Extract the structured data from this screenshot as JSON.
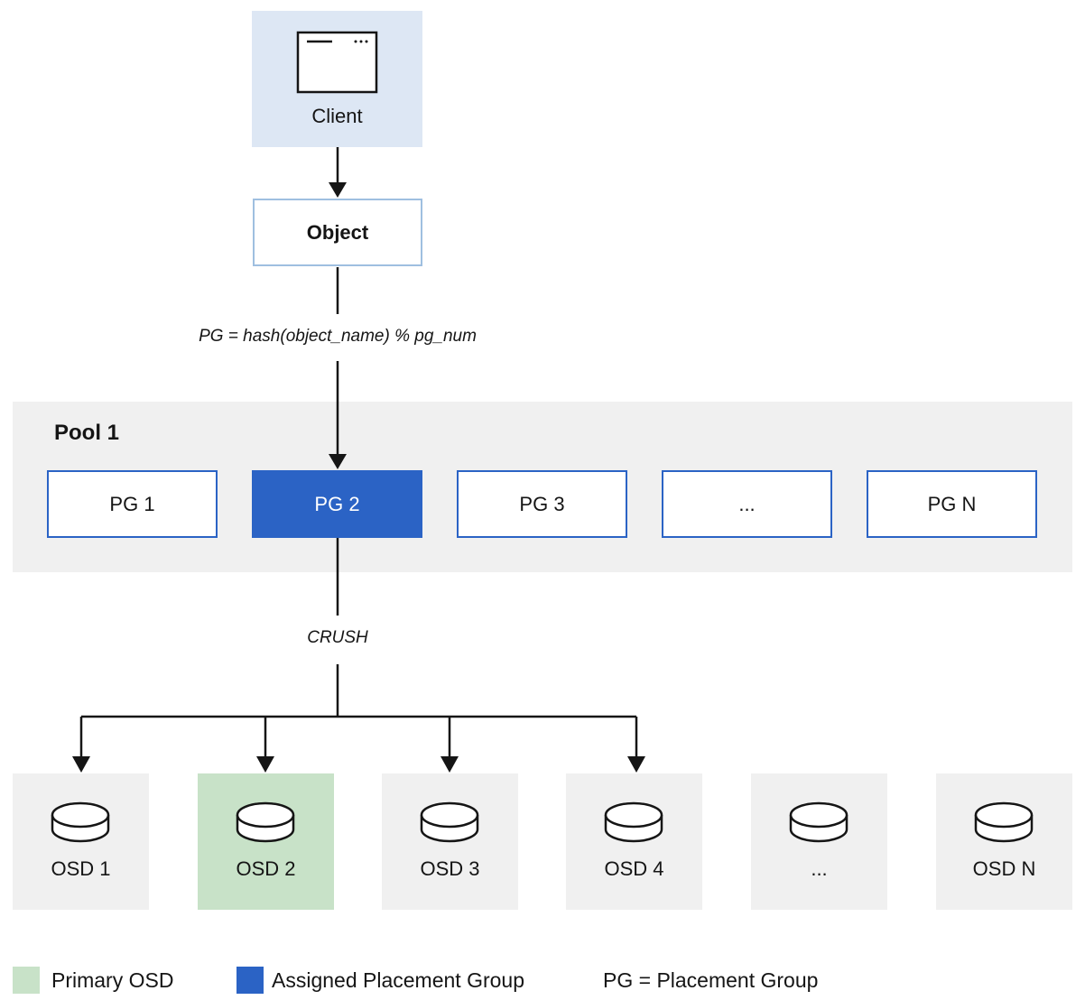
{
  "client": {
    "label": "Client"
  },
  "object": {
    "label": "Object"
  },
  "formula": "PG = hash(object_name) % pg_num",
  "pool": {
    "title": "Pool 1",
    "pgs": [
      {
        "label": "PG 1",
        "assigned": false
      },
      {
        "label": "PG 2",
        "assigned": true
      },
      {
        "label": "PG 3",
        "assigned": false
      },
      {
        "label": "...",
        "assigned": false
      },
      {
        "label": "PG N",
        "assigned": false
      }
    ]
  },
  "crush_label": "CRUSH",
  "osds": [
    {
      "label": "OSD 1",
      "primary": false
    },
    {
      "label": "OSD 2",
      "primary": true
    },
    {
      "label": "OSD 3",
      "primary": false
    },
    {
      "label": "OSD 4",
      "primary": false
    },
    {
      "label": "...",
      "primary": false
    },
    {
      "label": "OSD N",
      "primary": false
    }
  ],
  "legend": {
    "primary_osd": "Primary OSD",
    "assigned_pg": "Assigned Placement Group",
    "pg_definition": "PG = Placement Group"
  },
  "colors": {
    "client_bg": "#dde7f4",
    "object_border": "#9fbfe0",
    "pg_border": "#2b63c5",
    "assigned_pg": "#2b63c5",
    "primary_osd": "#c8e2c8",
    "panel_bg": "#f0f0f0",
    "line": "#151515"
  }
}
